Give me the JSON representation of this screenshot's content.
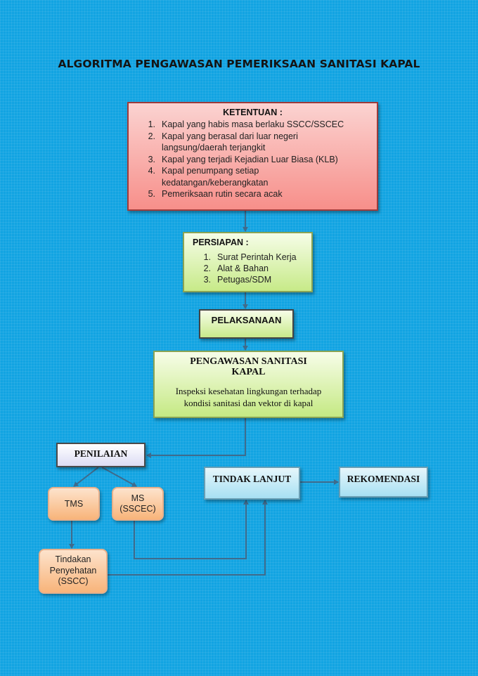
{
  "title": "ALGORITMA PENGAWASAN PEMERIKSAAN SANITASI KAPAL",
  "ketentuan": {
    "header": "KETENTUAN :",
    "items": [
      {
        "num": "1.",
        "lines": [
          "Kapal yang habis masa berlaku SSCC/SSCEC"
        ]
      },
      {
        "num": "2.",
        "lines": [
          "Kapal yang berasal dari luar negeri",
          "langsung/daerah terjangkit"
        ]
      },
      {
        "num": "3.",
        "lines": [
          "Kapal yang terjadi Kejadian Luar Biasa (KLB)"
        ]
      },
      {
        "num": "4.",
        "lines": [
          "Kapal penumpang setiap",
          "kedatangan/keberangkatan"
        ]
      },
      {
        "num": "5.",
        "lines": [
          "Pemeriksaan rutin secara acak"
        ]
      }
    ]
  },
  "persiapan": {
    "header": "PERSIAPAN :",
    "items": [
      {
        "num": "1.",
        "text": "Surat Perintah Kerja"
      },
      {
        "num": "2.",
        "text": "Alat & Bahan"
      },
      {
        "num": "3.",
        "text": "Petugas/SDM"
      }
    ]
  },
  "pelaksanaan": "PELAKSANAAN",
  "pengawasan": {
    "header": "PENGAWASAN SANITASI KAPAL",
    "desc_line1": "Inspeksi kesehatan lingkungan terhadap",
    "desc_line2": "kondisi sanitasi dan vektor di kapal"
  },
  "penilaian": "PENILAIAN",
  "tms": "TMS",
  "ms": {
    "line1": "MS",
    "line2": "(SSCEC)"
  },
  "tindakan": {
    "line1": "Tindakan",
    "line2": "Penyehatan",
    "line3": "(SSCC)"
  },
  "tindak_lanjut": "TINDAK LANJUT",
  "rekomendasi": "REKOMENDASI",
  "colors": {
    "background": "#12a4e2",
    "ketentuan_fill": "#f78f8a",
    "green_fill": "#c7ea88",
    "orange_fill": "#f8b47a",
    "blue_fill": "#a7e0f3",
    "connector": "#3f6b8c"
  }
}
